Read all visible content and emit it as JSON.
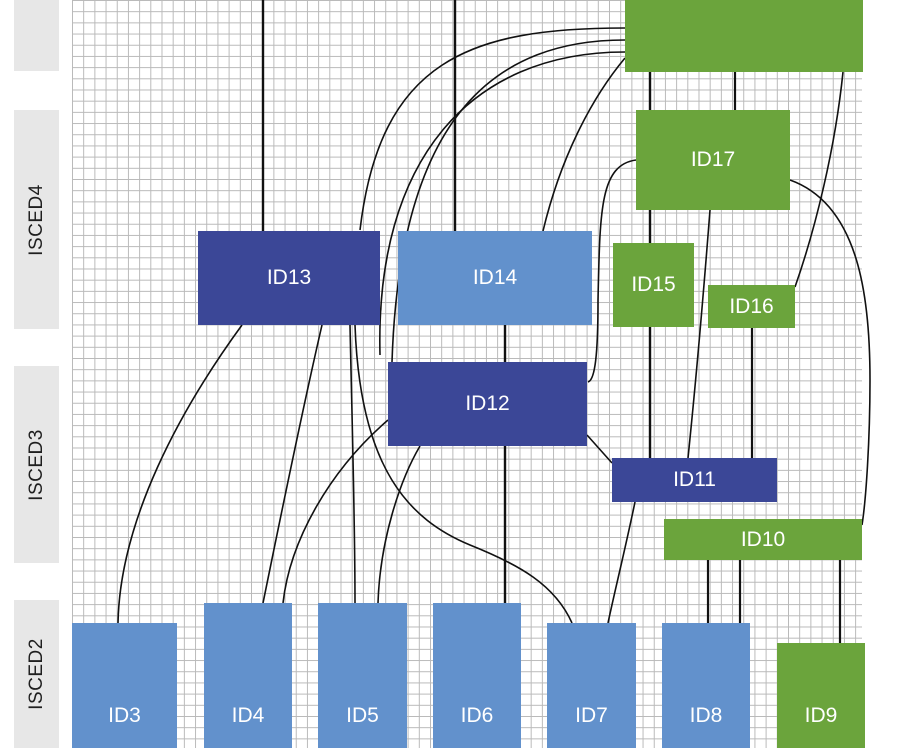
{
  "levels": {
    "isced4": "ISCED4",
    "isced3": "ISCED3",
    "isced2": "ISCED2"
  },
  "nodes": {
    "top": "",
    "id3": "ID3",
    "id4": "ID4",
    "id5": "ID5",
    "id6": "ID6",
    "id7": "ID7",
    "id8": "ID8",
    "id9": "ID9",
    "id10": "ID10",
    "id11": "ID11",
    "id12": "ID12",
    "id13": "ID13",
    "id14": "ID14",
    "id15": "ID15",
    "id16": "ID16",
    "id17": "ID17"
  },
  "colors": {
    "dark_blue": "#3b4797",
    "light_blue": "#6291cc",
    "green": "#6ba43c",
    "band": "#e7e7e7",
    "grid": "#b9b9b9"
  }
}
